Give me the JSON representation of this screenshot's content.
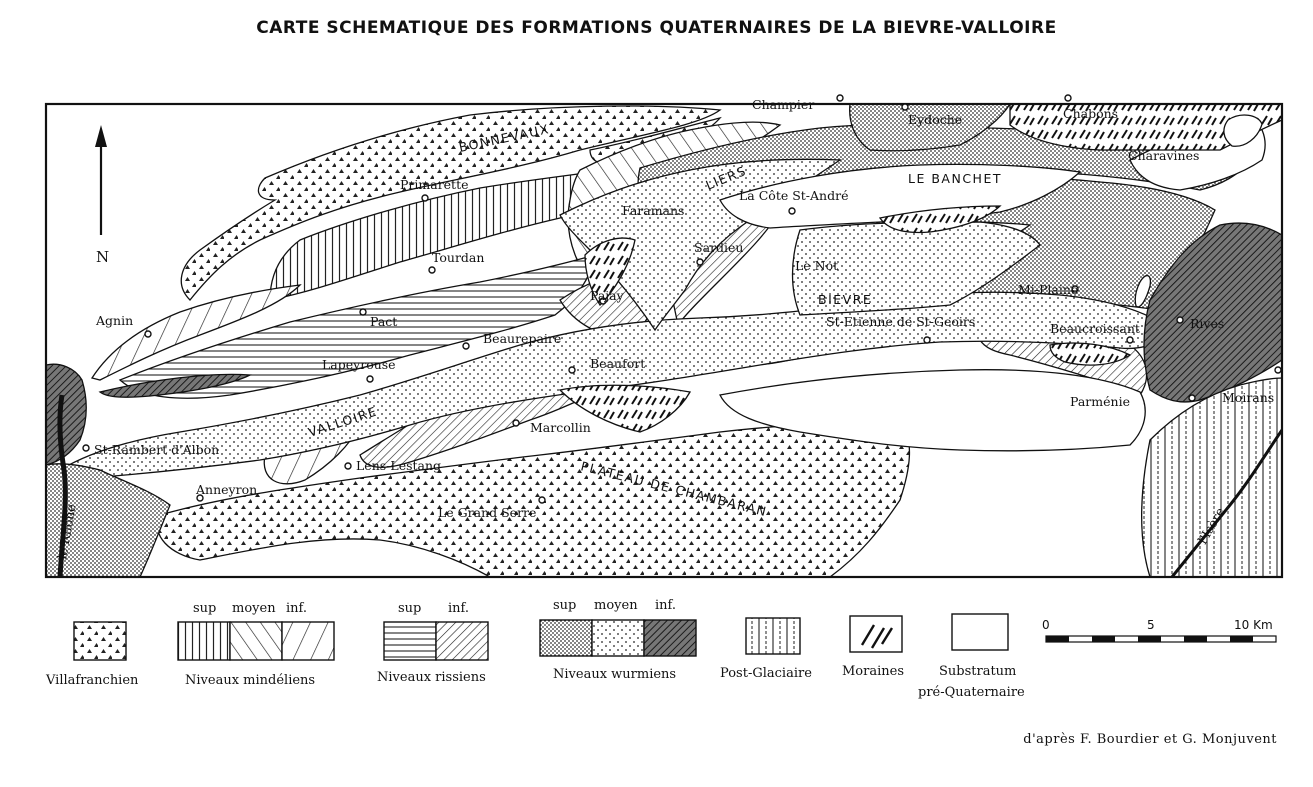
{
  "title": "CARTE SCHEMATIQUE DES FORMATIONS QUATERNAIRES DE LA BIEVRE-VALLOIRE",
  "north": "N",
  "credit": "d'après F. Bourdier et G. Monjuvent",
  "places": {
    "champier": "Champier",
    "eydoche": "Eydoche",
    "chabons": "Chabons",
    "charavines": "Charavines",
    "bonnevaux": "BONNEVAUX",
    "primarette": "Primarette",
    "liers": "LIERS",
    "faramans": "Faramans",
    "cote_st_andre": "La Côte St-André",
    "banchet": "LE BANCHET",
    "tourdan": "Tourdan",
    "sardieu": "Sardieu",
    "le_not": "Le Not",
    "mi_plaine": "Mi-Plaine",
    "agnin": "Agnin",
    "pact": "Pact",
    "pajay": "Pajay",
    "bievre": "BIEVRE",
    "st_etienne": "St-Etienne de St-Geoirs",
    "beaucroissant": "Beaucroissant",
    "rives": "Rives",
    "beaurepaire": "Beaurepaire",
    "lapeyrouse": "Lapeyrouse",
    "beaufort": "Beaufort",
    "moirans": "Moirans",
    "parmenie": "Parménie",
    "valloire": "VALLOIRE",
    "marcollin": "Marcollin",
    "st_rambert": "St-Rambert d'Albon",
    "lens_lestang": "Lens-Lestang",
    "plateau": "PLATEAU DE CHAMBARAN",
    "anneyron": "Anneyron",
    "grand_serre": "Le Grand Serre",
    "rhone": "le Rhône",
    "isere": "l'Isère"
  },
  "legend": {
    "villafranchien": "Villafranchien",
    "mindeliens": "Niveaux mindéliens",
    "rissiens": "Niveaux rissiens",
    "wurmiens": "Niveaux wurmiens",
    "post_glaciaire": "Post-Glaciaire",
    "moraines": "Moraines",
    "substratum_1": "Substratum",
    "substratum_2": "pré-Quaternaire",
    "sup": "sup",
    "moyen": "moyen",
    "inf": "inf."
  },
  "scale": {
    "t0": "0",
    "t5": "5",
    "t10": "10 Km"
  }
}
